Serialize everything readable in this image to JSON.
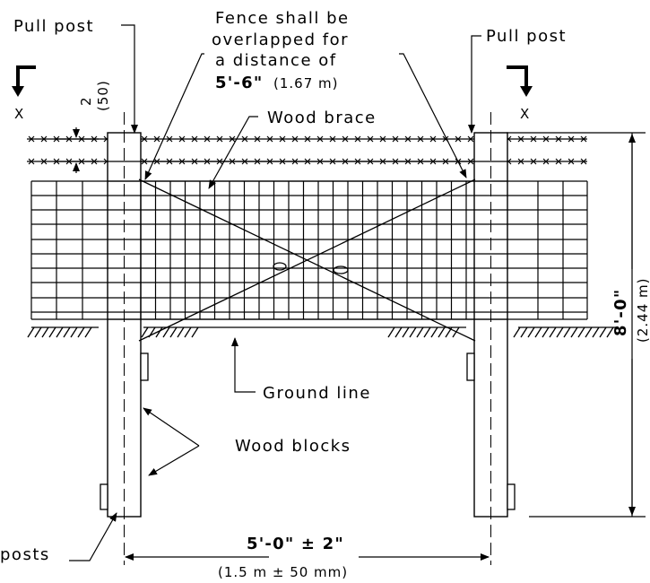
{
  "labels": {
    "pull_post_left": "Pull post",
    "pull_post_right": "Pull post",
    "overlap_note_line1": "Fence shall be",
    "overlap_note_line2": "overlapped for",
    "overlap_note_line3": "a distance of",
    "overlap_dist_ft": "5'-6\"",
    "overlap_dist_m": "(1.67 m)",
    "wood_brace": "Wood brace",
    "ground_line": "Ground line",
    "wood_blocks": "Wood blocks",
    "posts": "posts",
    "section_left": "X",
    "section_right": "X",
    "wire_gap_in": "2",
    "wire_gap_mm": "(50)",
    "height_ft": "8'-0\"",
    "height_m": "(2.44 m)",
    "width_ft": "5'-0\" ± 2\"",
    "width_m": "(1.5 m ± 50 mm)"
  }
}
